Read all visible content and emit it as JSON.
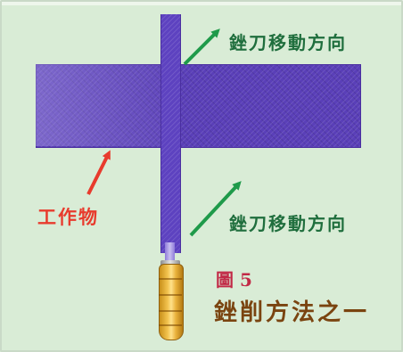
{
  "labels": {
    "file_direction_top": "銼刀移動方向",
    "file_direction_bottom": "銼刀移動方向",
    "workpiece": "工作物",
    "figure_number": "圖 5",
    "caption": "銼削方法之一"
  },
  "colors": {
    "background": "#d9ecd6",
    "file_purple": "#5a3fb8",
    "label_green": "#1f6e3d",
    "label_red": "#e83b2d",
    "figure_number": "#c22a47",
    "caption_brown": "#7a4410",
    "handle_gold": "#f3c44f"
  },
  "icons": {
    "arrow_top": "green-arrow-up-right-icon",
    "arrow_bottom": "green-arrow-up-right-icon",
    "arrow_workpiece": "red-arrow-up-right-icon"
  }
}
